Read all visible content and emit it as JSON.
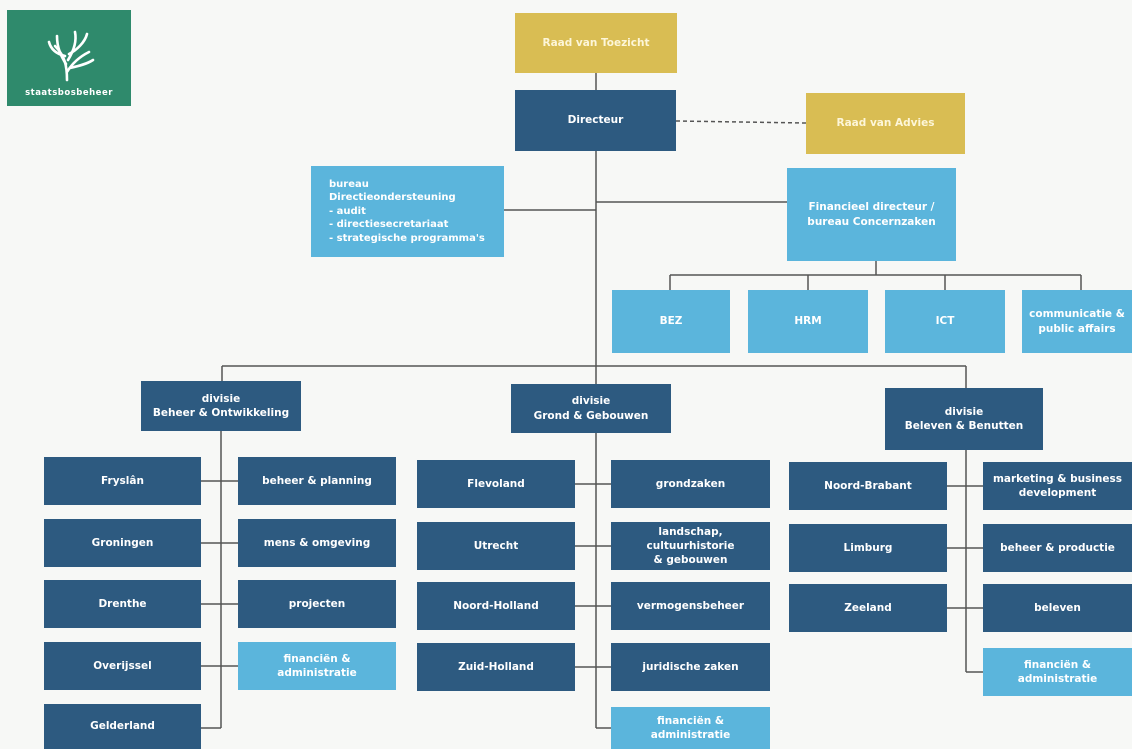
{
  "logo": {
    "text": "staatsbosbeheer",
    "icon": "tree-icon",
    "color": "#2f8a6c"
  },
  "colors": {
    "dark": "#2d5a80",
    "light": "#5bb5dc",
    "gold": "#d9bd53",
    "line": "#555555"
  },
  "top": {
    "raad_van_toezicht": "Raad van Toezicht",
    "directeur": "Directeur",
    "raad_van_advies": "Raad van Advies"
  },
  "bureau": {
    "title": "bureau Directieondersteuning\n- audit\n- directiesecretariaat\n- strategische programma's"
  },
  "financieel": {
    "title": "Financieel directeur /\nbureau Concernzaken"
  },
  "staff": [
    "BEZ",
    "HRM",
    "ICT",
    "communicatie &\npublic affairs"
  ],
  "divisions": [
    {
      "title": "divisie\nBeheer & Ontwikkeling",
      "regions": [
        "Fryslân",
        "Groningen",
        "Drenthe",
        "Overijssel",
        "Gelderland"
      ],
      "units": [
        "beheer & planning",
        "mens & omgeving",
        "projecten",
        "financiën & administratie"
      ]
    },
    {
      "title": "divisie\nGrond & Gebouwen",
      "regions": [
        "Flevoland",
        "Utrecht",
        "Noord-Holland",
        "Zuid-Holland"
      ],
      "units": [
        "grondzaken",
        "landschap, cultuurhistorie\n& gebouwen",
        "vermogensbeheer",
        "juridische zaken",
        "financiën & administratie"
      ]
    },
    {
      "title": "divisie\nBeleven & Benutten",
      "regions": [
        "Noord-Brabant",
        "Limburg",
        "Zeeland"
      ],
      "units": [
        "marketing & business\ndevelopment",
        "beheer & productie",
        "beleven",
        "financiën & administratie"
      ]
    }
  ]
}
